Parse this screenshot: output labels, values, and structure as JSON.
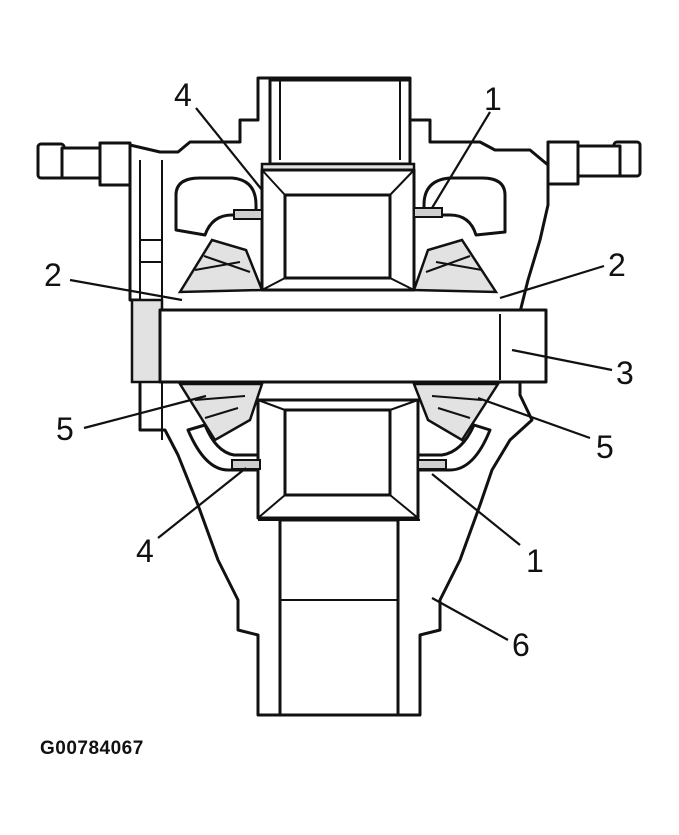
{
  "figure_id": "G00784067",
  "callouts": {
    "c1_top": "1",
    "c1_bottom": "1",
    "c2_left": "2",
    "c2_right": "2",
    "c3": "3",
    "c4_top": "4",
    "c4_bottom": "4",
    "c5_left": "5",
    "c5_right": "5",
    "c6": "6"
  },
  "colors": {
    "line": "#111111",
    "background": "#ffffff"
  }
}
